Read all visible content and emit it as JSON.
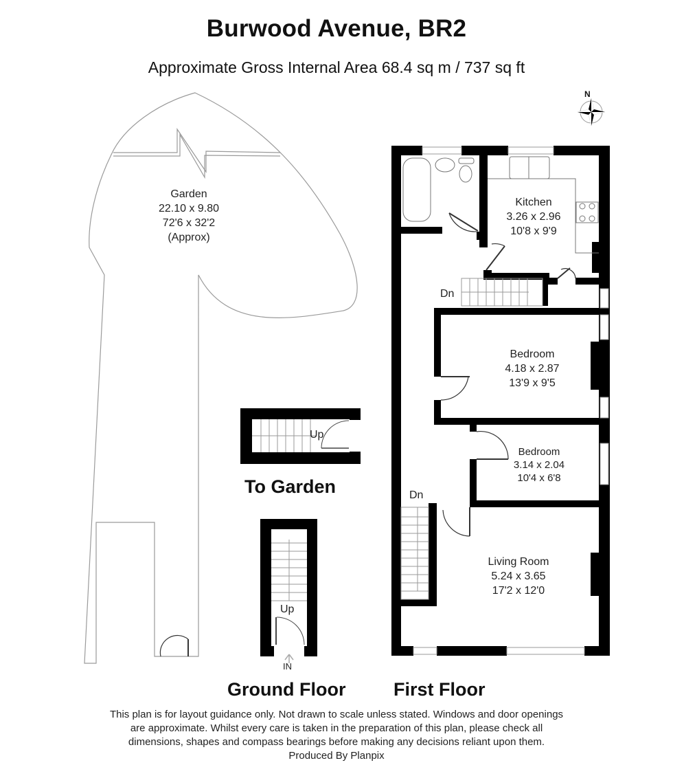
{
  "header": {
    "title": "Burwood Avenue, BR2",
    "subtitle": "Approximate Gross Internal Area 68.4 sq m / 737 sq ft"
  },
  "compass": {
    "icon": "compass-icon",
    "north_label": "N"
  },
  "ground_floor": {
    "label": "Ground Floor",
    "garden": {
      "name": "Garden",
      "metric": "22.10 x 9.80",
      "imperial": "72'6 x 32'2",
      "note": "(Approx)"
    },
    "to_garden": {
      "label": "To Garden",
      "stair_label": "Up"
    },
    "entrance_stair": {
      "stair_label": "Up",
      "entrance_label": "IN"
    }
  },
  "first_floor": {
    "label": "First Floor",
    "rooms": [
      {
        "name": "Kitchen",
        "metric": "3.26 x 2.96",
        "imperial": "10'8 x 9'9"
      },
      {
        "name": "Bedroom",
        "metric": "4.18 x 2.87",
        "imperial": "13'9 x 9'5"
      },
      {
        "name": "Bedroom",
        "metric": "3.14 x 2.04",
        "imperial": "10'4 x 6'8"
      },
      {
        "name": "Living Room",
        "metric": "5.24 x 3.65",
        "imperial": "17'2 x 12'0"
      }
    ],
    "stair_labels": [
      "Dn",
      "Dn"
    ]
  },
  "footer": {
    "disclaimer_lines": [
      "This plan is for layout guidance only. Not drawn to scale unless stated. Windows and door openings",
      "are approximate. Whilst every care is taken in the preparation of this plan, please check all",
      "dimensions, shapes and compass bearings before making any decisions reliant upon them."
    ],
    "producer": "Produced By Planpix"
  },
  "colors": {
    "wall": "#000000",
    "outline": "#9a9a9a",
    "background": "#ffffff"
  }
}
